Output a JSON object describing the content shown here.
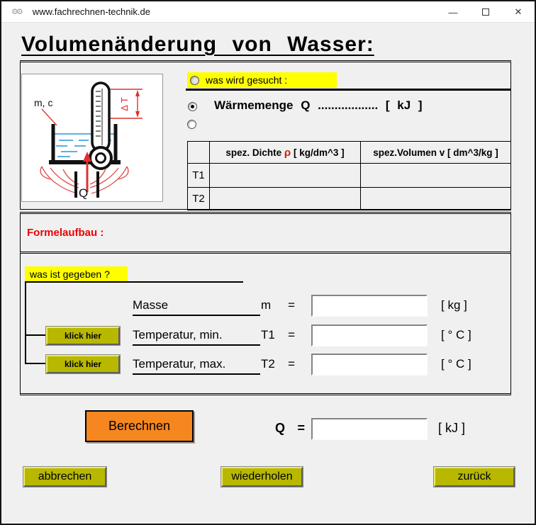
{
  "window": {
    "title": "www.fachrechnen-technik.de",
    "controls": {
      "minimize": "—",
      "close": "✕"
    }
  },
  "heading": "Volumenänderung von Wasser:",
  "diagram": {
    "mass_label": "m, c",
    "delta_t_label": "Δ T",
    "heat_label": "Q"
  },
  "gesucht": {
    "prompt": "was wird gesucht :",
    "option1": "Wärmemenge Q .................. [ kJ ]",
    "option2": ""
  },
  "lookup_table": {
    "density_header_text": "spez. Dichte",
    "density_header_symbol": "ρ",
    "density_header_unit": "[ kg/dm^3 ]",
    "volume_header": "spez.Volumen v [ dm^3/kg ]",
    "rows": [
      {
        "label": "T1",
        "density": "",
        "volume": ""
      },
      {
        "label": "T2",
        "density": "",
        "volume": ""
      }
    ]
  },
  "formula_section": {
    "label": "Formelaufbau :"
  },
  "given_section": {
    "prompt": "was ist gegeben ?",
    "click_button_label": "klick hier",
    "rows": [
      {
        "label": "Masse",
        "symbol": "m",
        "eq": "=",
        "value": "",
        "unit": "[ kg ]"
      },
      {
        "label": "Temperatur, min.",
        "symbol": "T1",
        "eq": "=",
        "value": "",
        "unit": "[ ° C ]"
      },
      {
        "label": "Temperatur, max.",
        "symbol": "T2",
        "eq": "=",
        "value": "",
        "unit": "[ ° C ]"
      }
    ]
  },
  "result_section": {
    "calc_button": "Berechnen",
    "symbol": "Q",
    "eq": "=",
    "value": "",
    "unit": "[ kJ ]"
  },
  "footer": {
    "buttons": [
      "abbrechen",
      "wiederholen",
      "zurück"
    ]
  },
  "colors": {
    "highlight_yellow": "#ffff00",
    "button_olive": "#b8b800",
    "button_orange": "#f6861f",
    "accent_red": "#ee0000",
    "window_bg": "#f0f0f0"
  }
}
